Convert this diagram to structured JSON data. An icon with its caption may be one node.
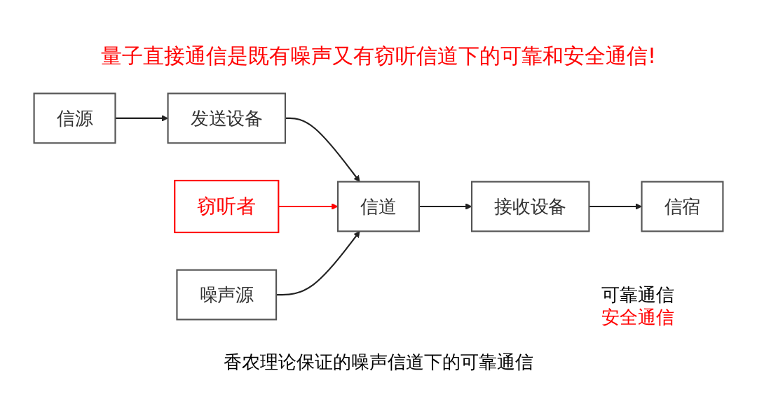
{
  "diagram": {
    "title": "量子直接通信是既有噪声又有窃听信道下的可靠和安全通信!",
    "caption": "香农理论保证的噪声信道下的可靠通信",
    "nodes": [
      {
        "text": [
          "信源"
        ]
      },
      {
        "text": [
          "发送设备"
        ]
      },
      {
        "text": [
          "信道"
        ]
      },
      {
        "text": [
          "接收设备"
        ]
      },
      {
        "text": [
          "信宿"
        ]
      },
      {
        "text": [
          "窃听者"
        ]
      },
      {
        "text": [
          "噪声源"
        ]
      }
    ],
    "edges": [
      {
        "from": 0,
        "to": 1,
        "arrow": "to"
      },
      {
        "from": 1,
        "to": 2,
        "arrow": "to"
      },
      {
        "from": 2,
        "to": 3,
        "arrow": "to"
      },
      {
        "from": 3,
        "to": 4,
        "arrow": "to"
      },
      {
        "from": 5,
        "to": 2,
        "arrow": "to",
        "color": "#ff0000"
      },
      {
        "from": 6,
        "to": 2,
        "arrow": "to"
      }
    ],
    "labels": [
      "可靠通信",
      "安全通信"
    ]
  }
}
